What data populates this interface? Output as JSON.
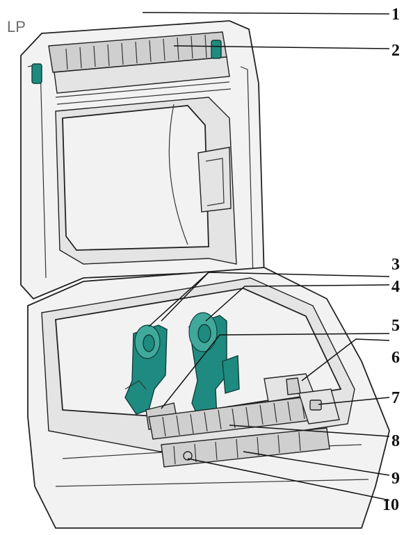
{
  "brand_label": "LP",
  "callouts": [
    {
      "id": "c1",
      "label": "1"
    },
    {
      "id": "c2",
      "label": "2"
    },
    {
      "id": "c3",
      "label": "3"
    },
    {
      "id": "c4",
      "label": "4"
    },
    {
      "id": "c5",
      "label": "5"
    },
    {
      "id": "c6",
      "label": "6"
    },
    {
      "id": "c7",
      "label": "7"
    },
    {
      "id": "c8",
      "label": "8"
    },
    {
      "id": "c9",
      "label": "9"
    },
    {
      "id": "c10",
      "label": "10"
    }
  ],
  "colors": {
    "ribbon_spindle": "#1f8a80",
    "outline": "#222222",
    "body_fill": "#f2f2f2"
  }
}
